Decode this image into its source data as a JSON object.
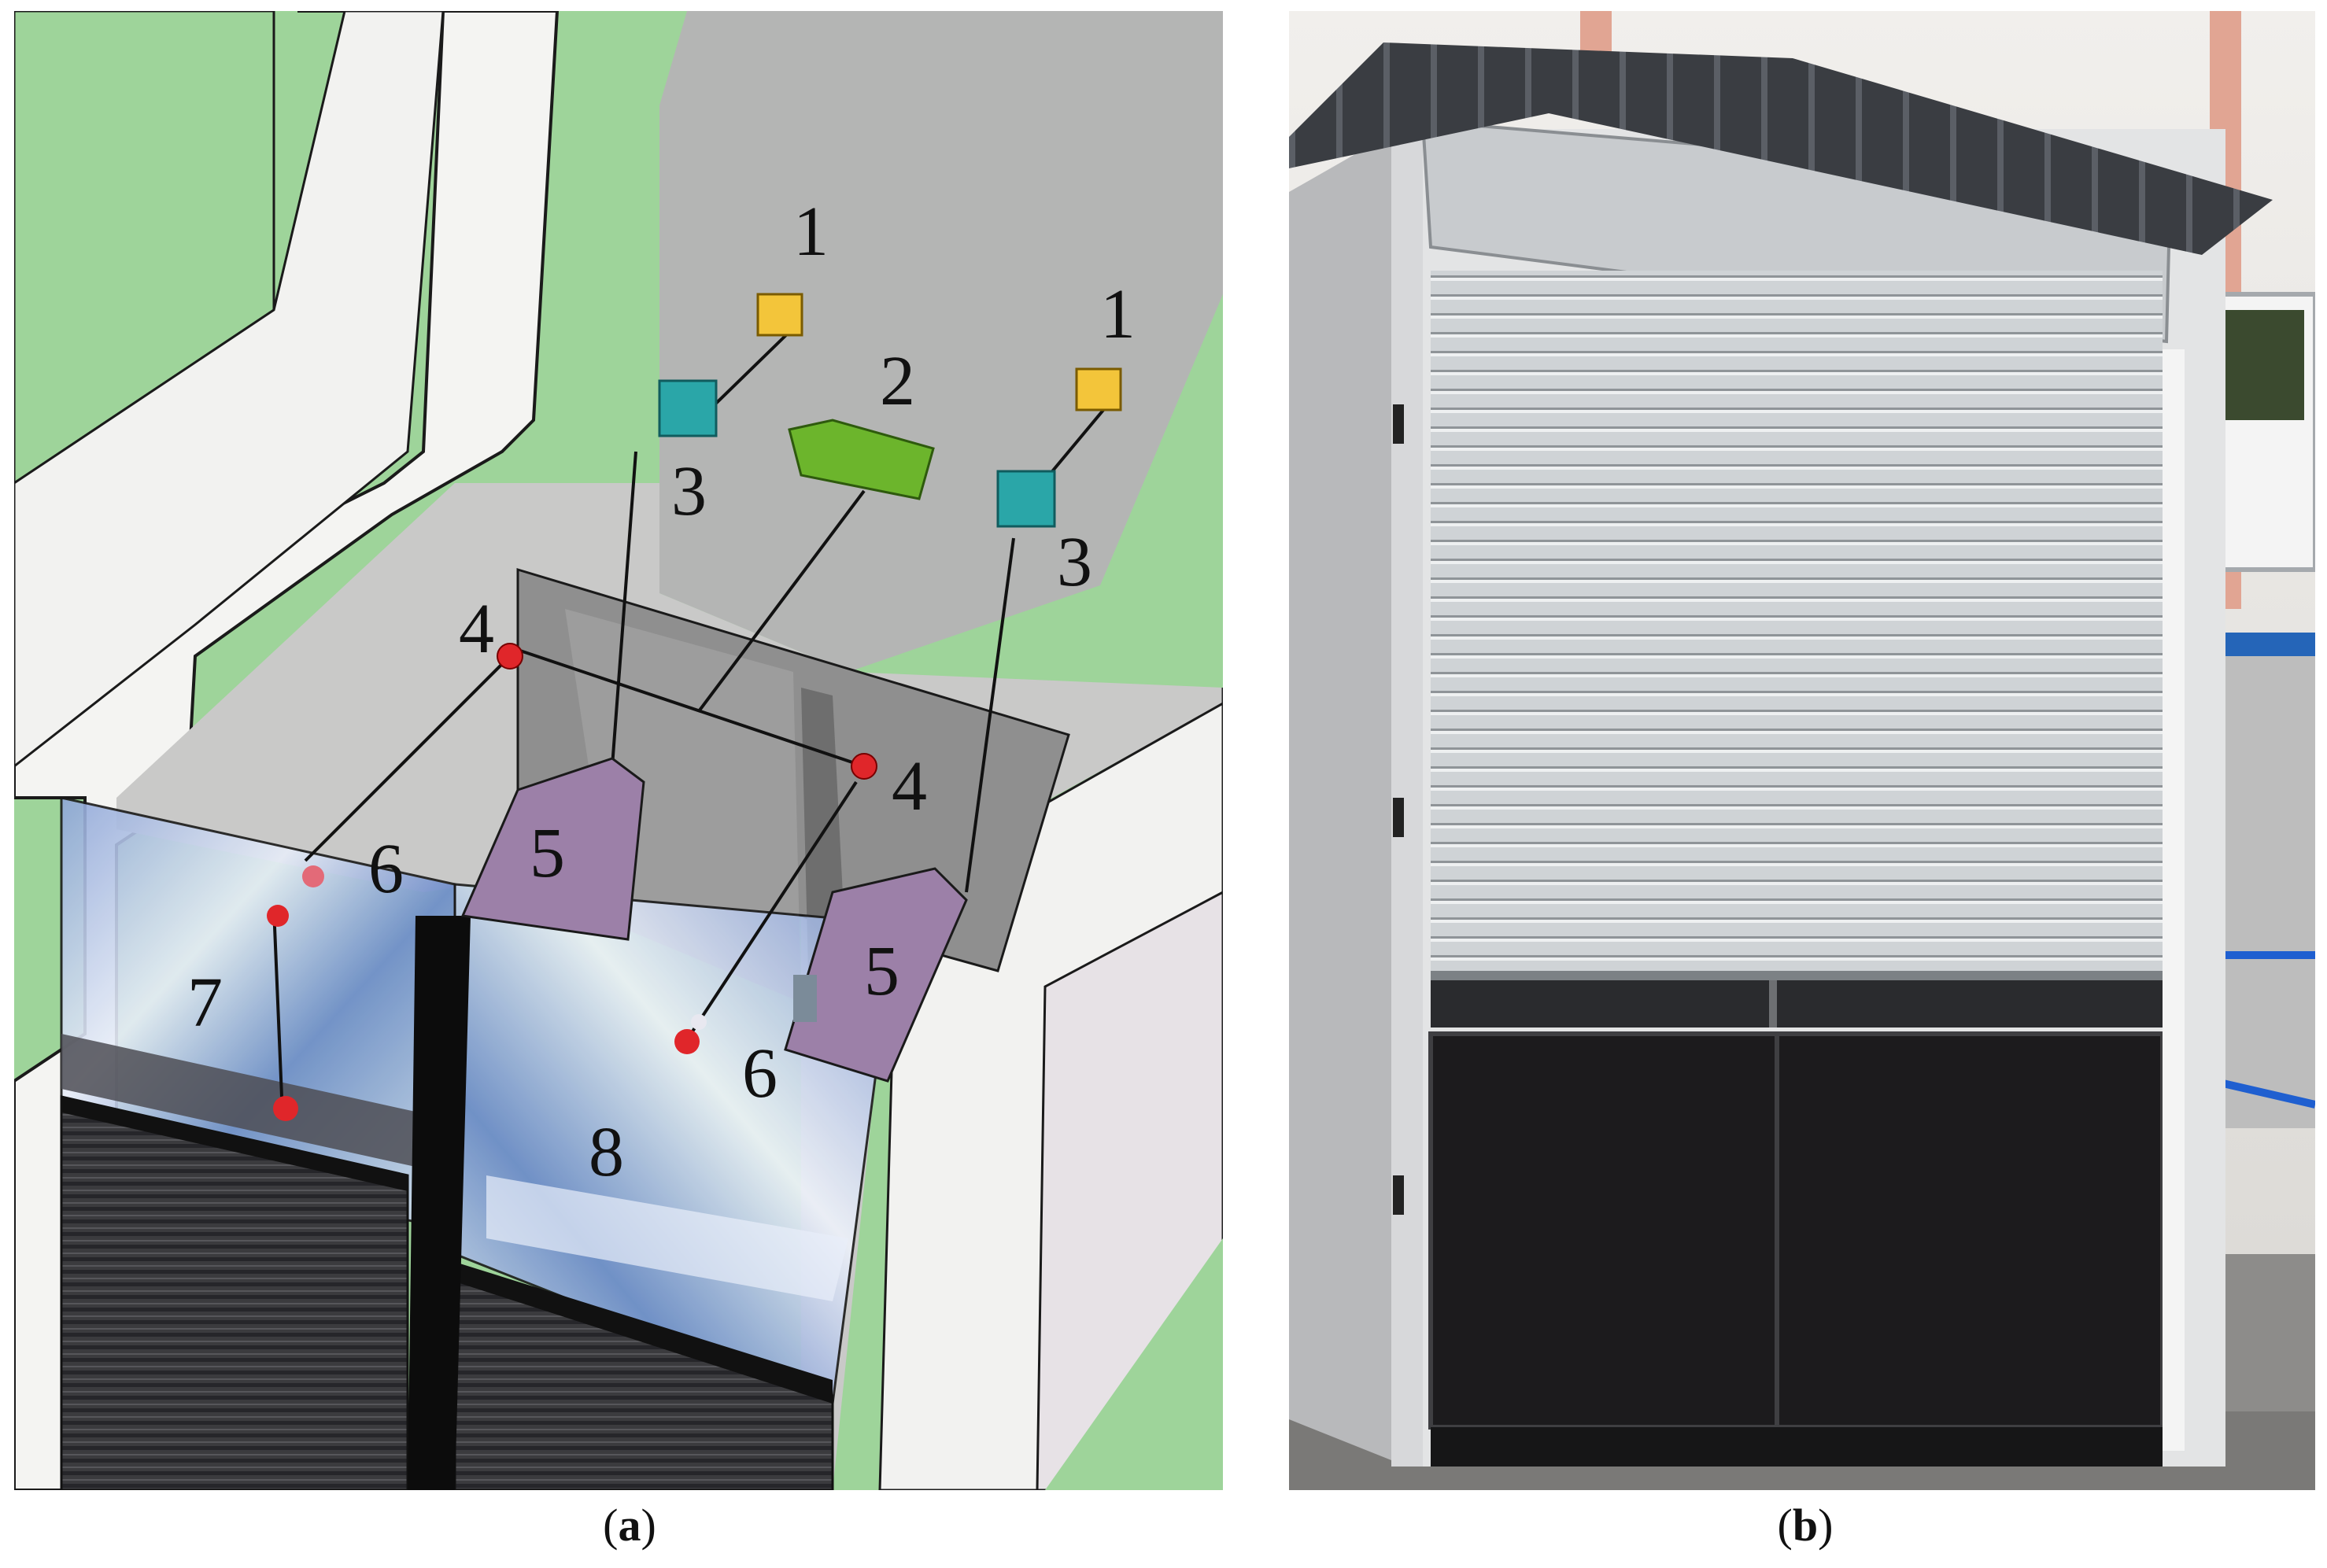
{
  "panels": [
    {
      "id": "a",
      "caption_letter": "a",
      "labels": {
        "sensor_1": "1",
        "unit_2": "2",
        "module_3": "3",
        "node_4": "4",
        "block_5": "5",
        "valve_6": "6",
        "tank_7": "7",
        "tank_8": "8"
      }
    },
    {
      "id": "b",
      "caption_letter": "b"
    }
  ],
  "colors": {
    "sensor_yellow": "#f3c53a",
    "unit_green": "#6cb52c",
    "module_teal": "#2aa6a8",
    "node_red": "#e0262a",
    "block_purple": "#9c80a8",
    "grass_green": "#9ed49a",
    "shutter_silver": "#cfd3d6",
    "cabinet_black": "#1c1b1d"
  }
}
